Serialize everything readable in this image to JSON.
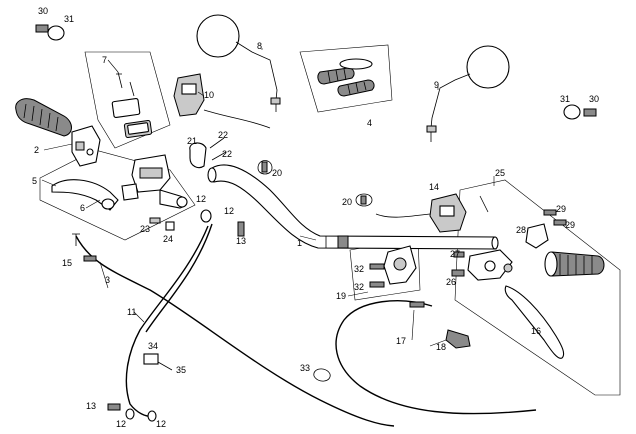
{
  "callouts": {
    "c1": "1",
    "c2": "2",
    "c3": "3",
    "c4": "4",
    "c5": "5",
    "c6": "6",
    "c7": "7",
    "c8": "8",
    "c9": "9",
    "c10": "10",
    "c11": "11",
    "c12a": "12",
    "c12b": "12",
    "c12c": "12",
    "c12d": "12",
    "c13a": "13",
    "c13b": "13",
    "c14": "14",
    "c15": "15",
    "c16": "16",
    "c17": "17",
    "c18": "18",
    "c19": "19",
    "c20a": "20",
    "c20b": "20",
    "c21": "21",
    "c22a": "22",
    "c22b": "22",
    "c23": "23",
    "c24": "24",
    "c25": "25",
    "c26": "26",
    "c27": "27",
    "c28": "28",
    "c29a": "29",
    "c29b": "29",
    "c30a": "30",
    "c30b": "30",
    "c31a": "31",
    "c31b": "31",
    "c32a": "32",
    "c32b": "32",
    "c33": "33",
    "c34": "34",
    "c35": "35"
  }
}
